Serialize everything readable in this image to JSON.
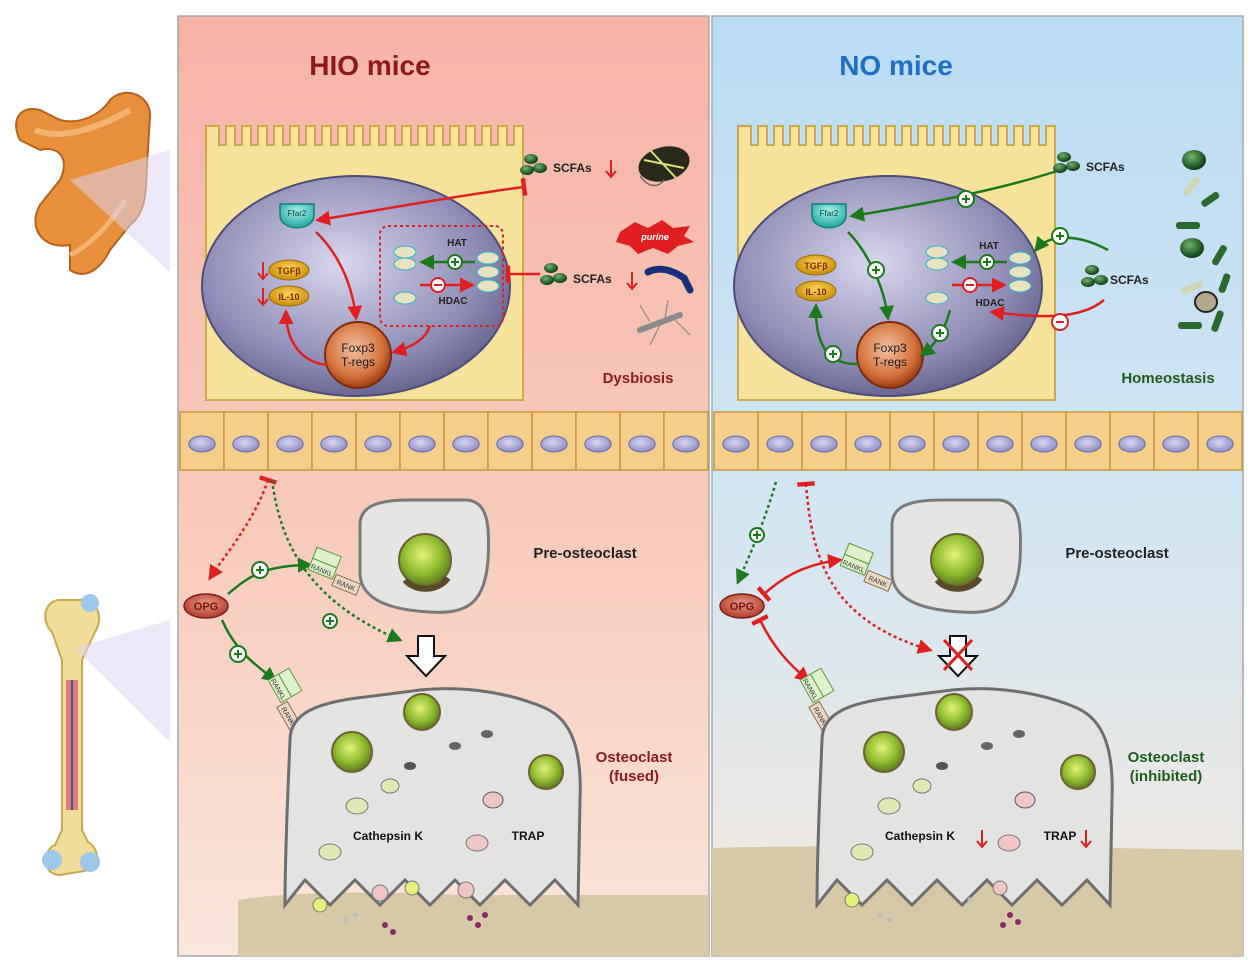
{
  "panels": {
    "hio": {
      "title": "HIO mice",
      "state": "Dysbiosis",
      "scfa_top": "SCFAs",
      "scfa_mid": "SCFAs",
      "ffar2": "Ffar2",
      "tgf": "TGFβ",
      "il10": "IL-10",
      "hat": "HAT",
      "hdac": "HDAC",
      "treg_line1": "Foxp3",
      "treg_line2": "T-regs",
      "purine": "purine",
      "opg": "OPG",
      "rankl": "RANKL",
      "rank": "RANK",
      "pre_osteoclast": "Pre-osteoclast",
      "osteoclast_line1": "Osteoclast",
      "osteoclast_line2": "(fused)",
      "cathepsin": "Cathepsin  K",
      "trap": "TRAP"
    },
    "no": {
      "title": "NO mice",
      "state": "Homeostasis",
      "scfa_top": "SCFAs",
      "scfa_mid": "SCFAs",
      "ffar2": "Ffar2",
      "tgf": "TGFβ",
      "il10": "IL-10",
      "hat": "HAT",
      "hdac": "HDAC",
      "treg_line1": "Foxp3",
      "treg_line2": "T-regs",
      "opg": "OPG",
      "rankl": "RANKL",
      "rank": "RANK",
      "pre_osteoclast": "Pre-osteoclast",
      "osteoclast_line1": "Osteoclast",
      "osteoclast_line2": "(inhibited)",
      "cathepsin": "Cathepsin  K",
      "trap": "TRAP"
    }
  },
  "colors": {
    "hio_title": "#8b1a1a",
    "no_title": "#1f6fc4",
    "activate": "#1b7a1b",
    "inhibit": "#e02020",
    "dysbiosis": "#8b1a1a",
    "homeostasis": "#1d5c1d"
  },
  "icons": [
    "colon-illustration",
    "femur-bone-illustration",
    "scfa-cluster-icon",
    "bacteria-icon",
    "plus-circle-icon",
    "minus-circle-icon",
    "down-arrow-icon",
    "block-cross-icon"
  ]
}
